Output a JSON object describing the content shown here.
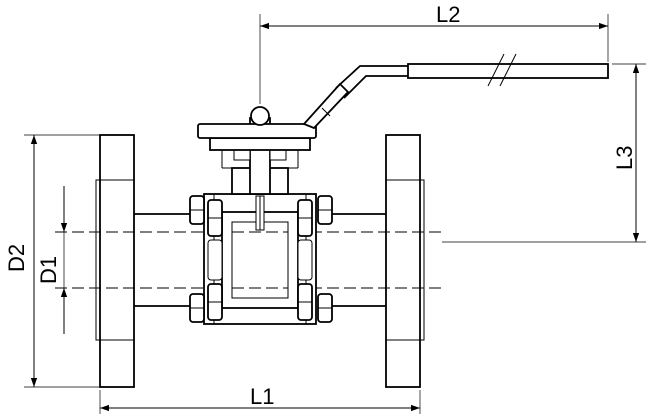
{
  "diagram": {
    "dimensions": {
      "l1": "L1",
      "l2": "L2",
      "l3": "L3",
      "d1": "D1",
      "d2": "D2"
    },
    "colors": {
      "line": "#000000",
      "background": "#ffffff"
    }
  }
}
